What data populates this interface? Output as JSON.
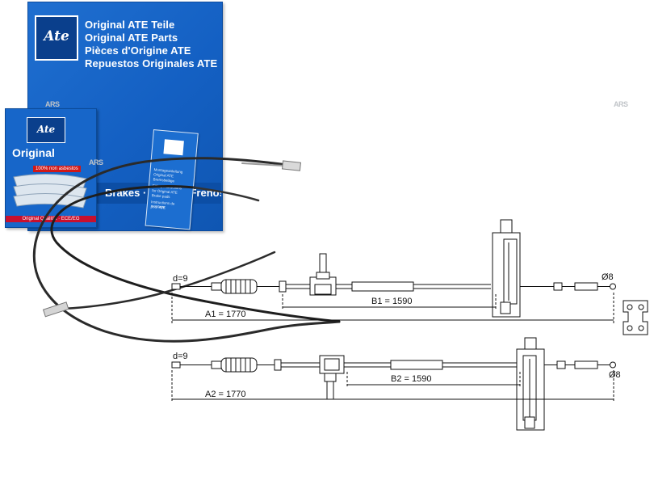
{
  "ate_box": {
    "logo": "Ate",
    "lines": [
      "Original ATE Teile",
      "Original ATE Parts",
      "Pièces d'Origine ATE",
      "Repuestos Originales ATE"
    ]
  },
  "pad_box": {
    "logo": "Ate",
    "title": "Original",
    "asbestos": "100% non asbestos",
    "quality": "Original Qualität · ECE/EG"
  },
  "brakes_strip": "Brakes · Freins · Frenos",
  "leaflet": {
    "lines": [
      "Montageanleitung",
      "Original ATE",
      "Bremsbeläge",
      "Fitting instructions",
      "for Original ATE",
      "Brake pads",
      "Instructions de montage",
      "pour ATE"
    ]
  },
  "watermark": "ARS",
  "drawing": {
    "cable1": {
      "d_label": "d=9",
      "b_label": "B1 = 1590",
      "a_label": "A1 = 1770",
      "end_label": "Ø8"
    },
    "cable2": {
      "d_label": "d=9",
      "b_label": "B2 = 1590",
      "a_label": "A2 = 1770",
      "end_label": "Ø8"
    }
  },
  "colors": {
    "ate_blue": "#1460c3",
    "ate_dark": "#0a3f8c",
    "line": "#111111"
  }
}
